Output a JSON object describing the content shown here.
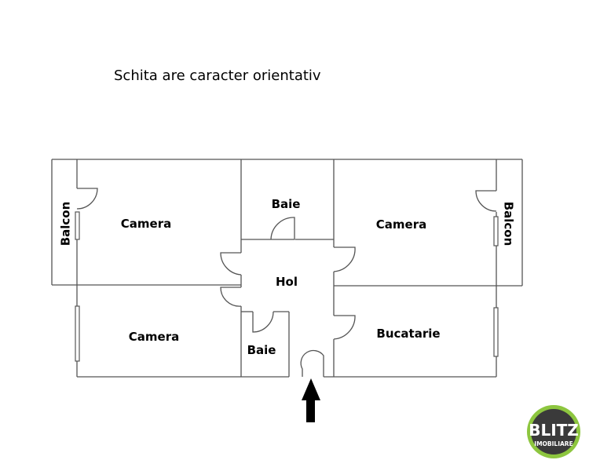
{
  "note": "Schita are caracter orientativ",
  "rooms": {
    "balcony_left": "Balcon",
    "room_top_left": "Camera",
    "bath_top": "Baie",
    "room_top_right": "Camera",
    "balcony_right": "Balcon",
    "hall": "Hol",
    "room_bottom_left": "Camera",
    "bath_bottom": "Baie",
    "kitchen": "Bucatarie"
  },
  "logo": {
    "name": "BLITZ",
    "subtitle": "IMOBILIARE",
    "ring_color": "#8dc63f",
    "badge_color": "#3a3a3a"
  },
  "colors": {
    "wall": "#555555",
    "arrow": "#000000"
  }
}
